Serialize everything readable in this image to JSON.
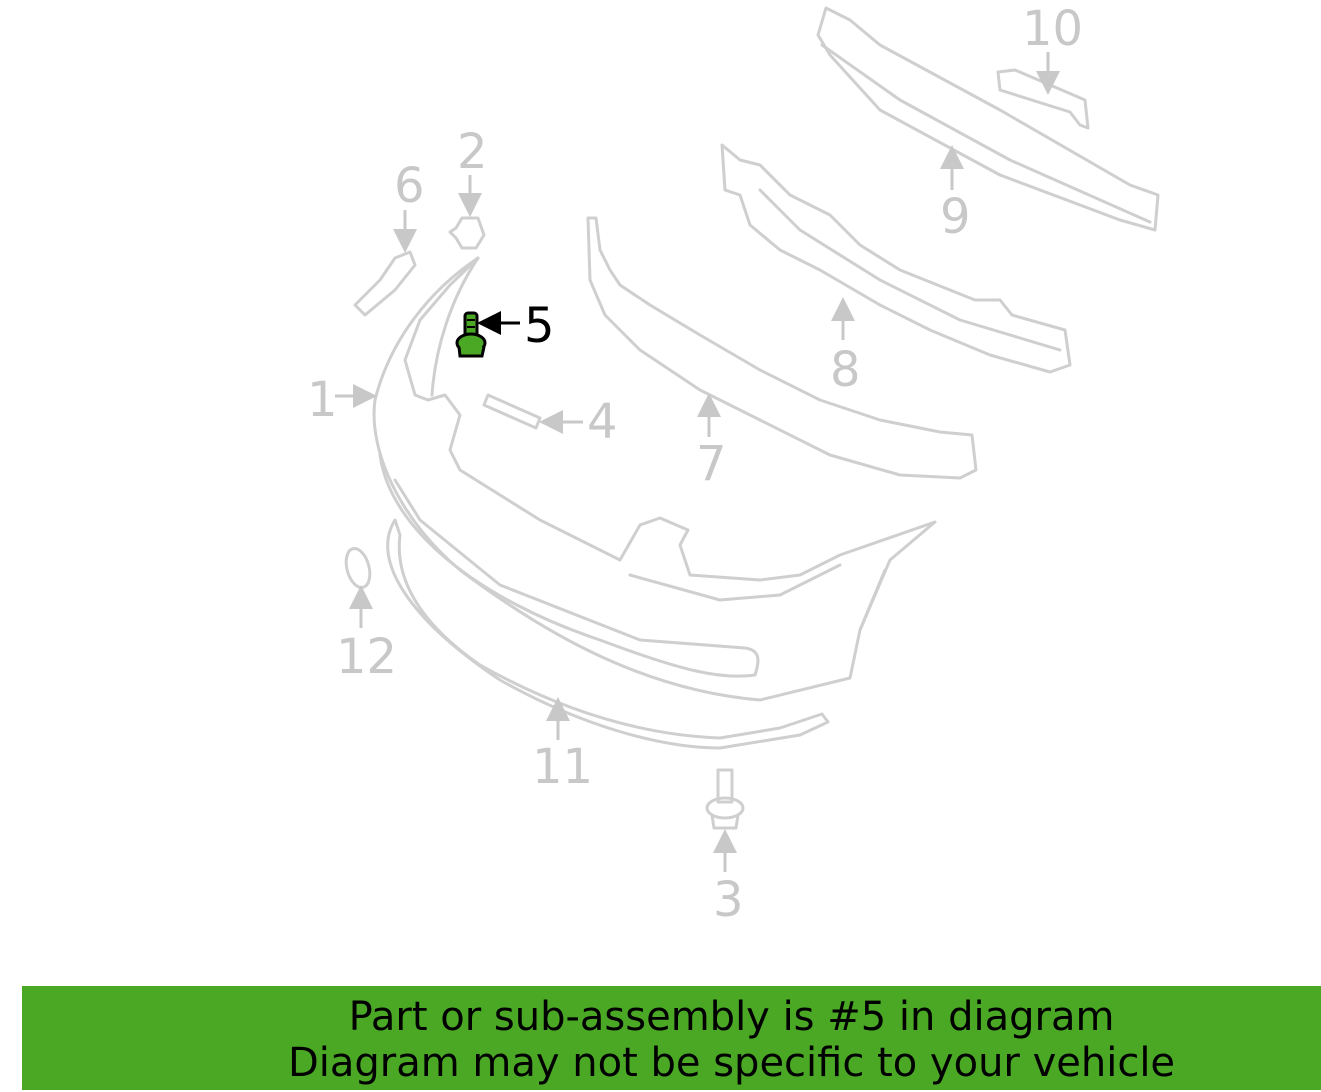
{
  "diagram": {
    "callouts": [
      "1",
      "2",
      "3",
      "4",
      "5",
      "6",
      "7",
      "8",
      "9",
      "10",
      "11",
      "12"
    ],
    "highlighted_part": "5",
    "highlight_color": "#4aa825",
    "line_color": "#cfcfcf"
  },
  "banner": {
    "line1": "Part or sub-assembly is #5 in diagram",
    "line2": "Diagram may not be specific to your vehicle",
    "color": "#4aa825"
  }
}
